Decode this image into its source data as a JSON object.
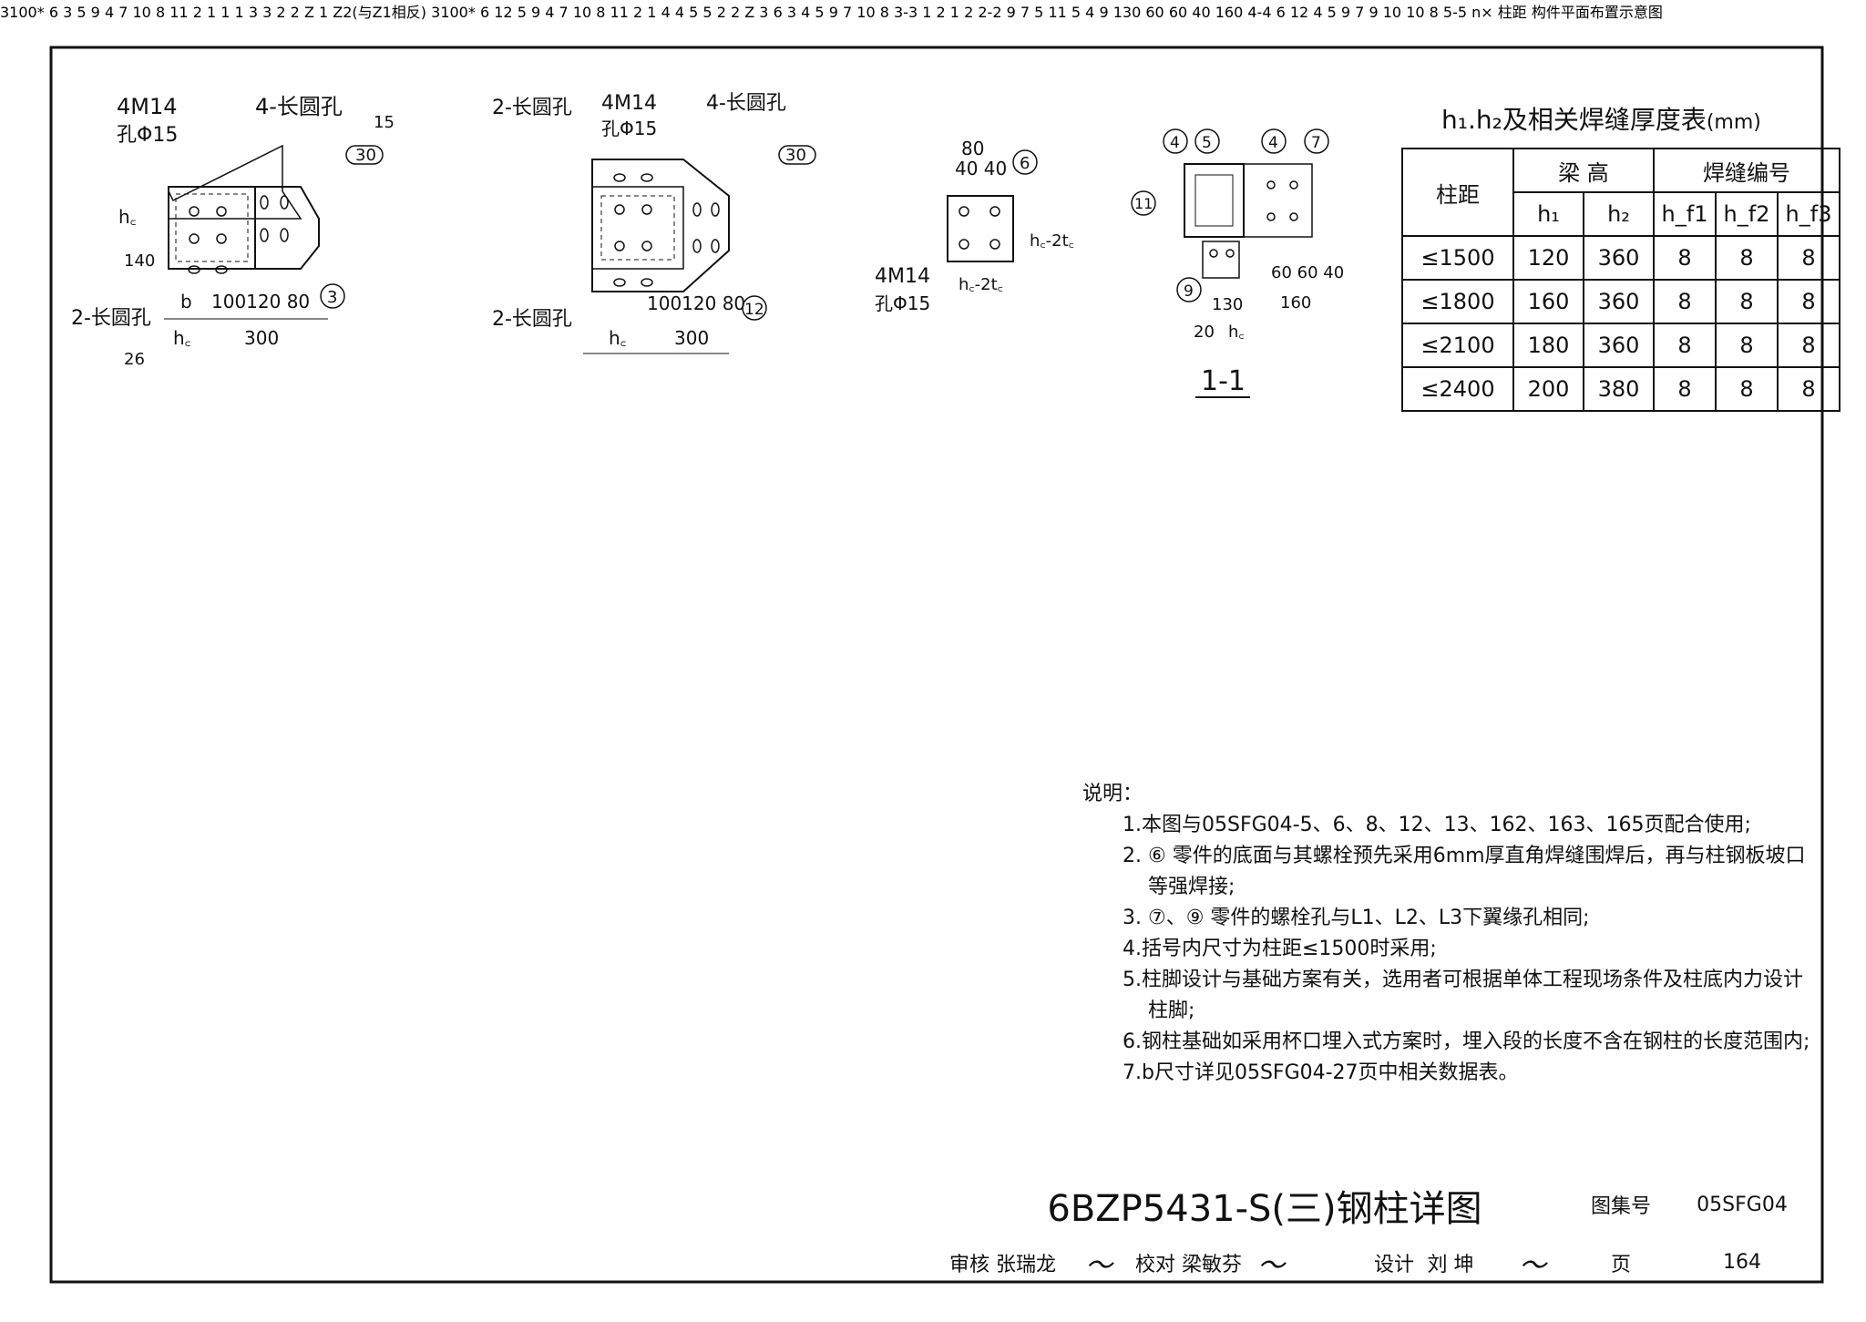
{
  "table": {
    "title": "h₁.h₂及相关焊缝厚度表",
    "unit": "(mm)",
    "col_span_label": "柱距",
    "col_beam_label": "梁 高",
    "col_weld_label": "焊缝编号",
    "sub_headers": [
      "h₁",
      "h₂",
      "h_f1",
      "h_f2",
      "h_f3"
    ],
    "rows": [
      {
        "span": "≤1500",
        "h1": "120",
        "h2": "360",
        "hf1": "8",
        "hf2": "8",
        "hf3": "8"
      },
      {
        "span": "≤1800",
        "h1": "160",
        "h2": "360",
        "hf1": "8",
        "hf2": "8",
        "hf3": "8"
      },
      {
        "span": "≤2100",
        "h1": "180",
        "h2": "360",
        "hf1": "8",
        "hf2": "8",
        "hf3": "8"
      },
      {
        "span": "≤2400",
        "h1": "200",
        "h2": "380",
        "hf1": "8",
        "hf2": "8",
        "hf3": "8"
      }
    ]
  },
  "notes": {
    "heading": "说明：",
    "items": [
      "1.本图与05SFG04-5、6、8、12、13、162、163、165页配合使用;",
      "2. ⑥ 零件的底面与其螺栓预先采用6mm厚直角焊缝围焊后，再与柱钢板坡口",
      "等强焊接;",
      "3. ⑦、⑨ 零件的螺栓孔与L1、L2、L3下翼缘孔相同;",
      "4.括号内尺寸为柱距≤1500时采用;",
      "5.柱脚设计与基础方案有关，选用者可根据单体工程现场条件及柱底内力设计",
      "柱脚;",
      "6.钢柱基础如采用杯口埋入式方案时，埋入段的长度不含在钢柱的长度范围内;",
      "7.b尺寸详见05SFG04-27页中相关数据表。"
    ]
  },
  "title_block": {
    "drawing_title": "6BZP5431-S(三)钢柱详图",
    "atlas_label": "图集号",
    "atlas_no": "05SFG04",
    "page_label": "页",
    "page_no": "164",
    "review_label": "审核",
    "reviewer": "张瑞龙",
    "check_label": "校对",
    "checker": "梁敏芬",
    "design_label": "设计",
    "designer": "刘 坤"
  },
  "labels": {
    "z1_caption": "Z 1",
    "z2_caption": "Z2(与Z1相反)",
    "z3_caption": "Z 3",
    "sec_11": "1-1",
    "sec_22": "2-2",
    "sec_33": "3-3",
    "sec_44": "4-4",
    "sec_55": "5-5",
    "layout_caption": "构件平面布置示意图",
    "layout_top": "n× 柱距",
    "plate_4m14": "4M14",
    "plate_hole15": "孔Φ15",
    "slot_4": "4-长圆孔",
    "slot_2": "2-长圆孔",
    "dim_3100": "3100*"
  }
}
